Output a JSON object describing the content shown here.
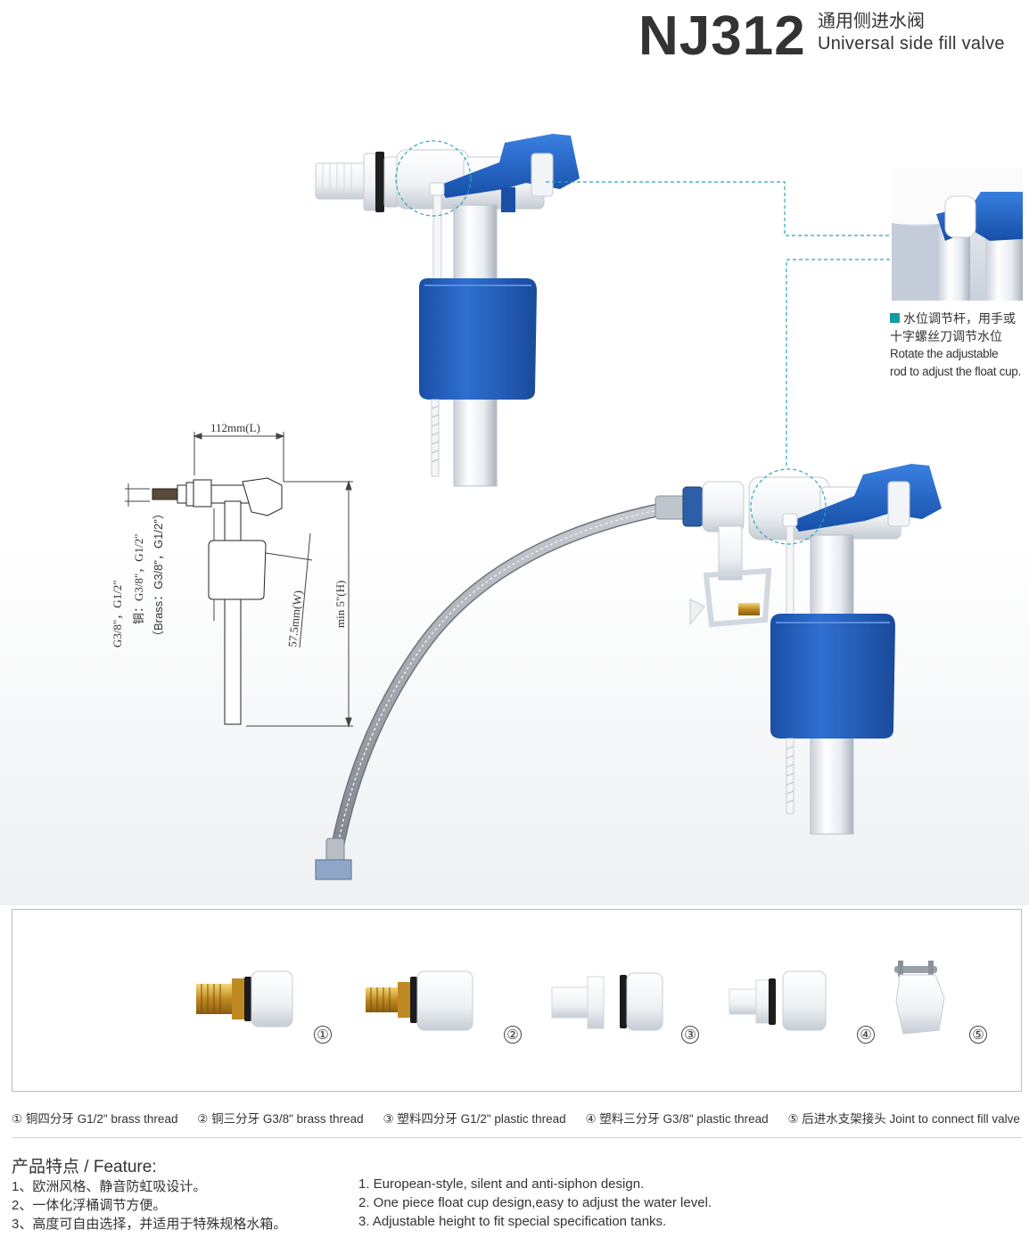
{
  "header": {
    "model": "NJ312",
    "title_cn": "通用侧进水阀",
    "title_en": "Universal side fill valve"
  },
  "callout": {
    "cn_line1": "水位调节杆，用手或",
    "cn_line2": "十字螺丝刀调节水位",
    "en_line1": "Rotate the adjustable",
    "en_line2": "rod to adjust the float cup."
  },
  "dimensions": {
    "length": "112mm(L)",
    "width": "57.5mm(W)",
    "height": "min 5\"(H)",
    "thread_a": "G3/8\"，G1/2\"",
    "thread_b": "铜：G3/8\"，G1/2\"",
    "thread_c": "（Brass：G3/8\"，G1/2\"）"
  },
  "parts": {
    "numbers": [
      "①",
      "②",
      "③",
      "④",
      "⑤"
    ],
    "captions": [
      "① 铜四分牙 G1/2\" brass thread",
      "② 铜三分牙 G3/8\" brass thread",
      "③ 塑料四分牙 G1/2\" plastic thread",
      "④ 塑料三分牙 G3/8\" plastic thread",
      "⑤ 后进水支架接头 Joint to connect fill valve"
    ]
  },
  "features": {
    "title": "产品特点 / Feature:",
    "cn": [
      "1、欧洲风格、静音防虹吸设计。",
      "2、一体化浮桶调节方便。",
      "3、高度可自由选择，并适用于特殊规格水箱。"
    ],
    "en": [
      "1.  European-style, silent and anti-siphon design.",
      "2.  One piece float cup design,easy to adjust the water level.",
      "3.  Adjustable height to fit special specification tanks."
    ]
  },
  "colors": {
    "accent_blue": "#1d5bb8",
    "callout_teal": "#139aa8"
  }
}
